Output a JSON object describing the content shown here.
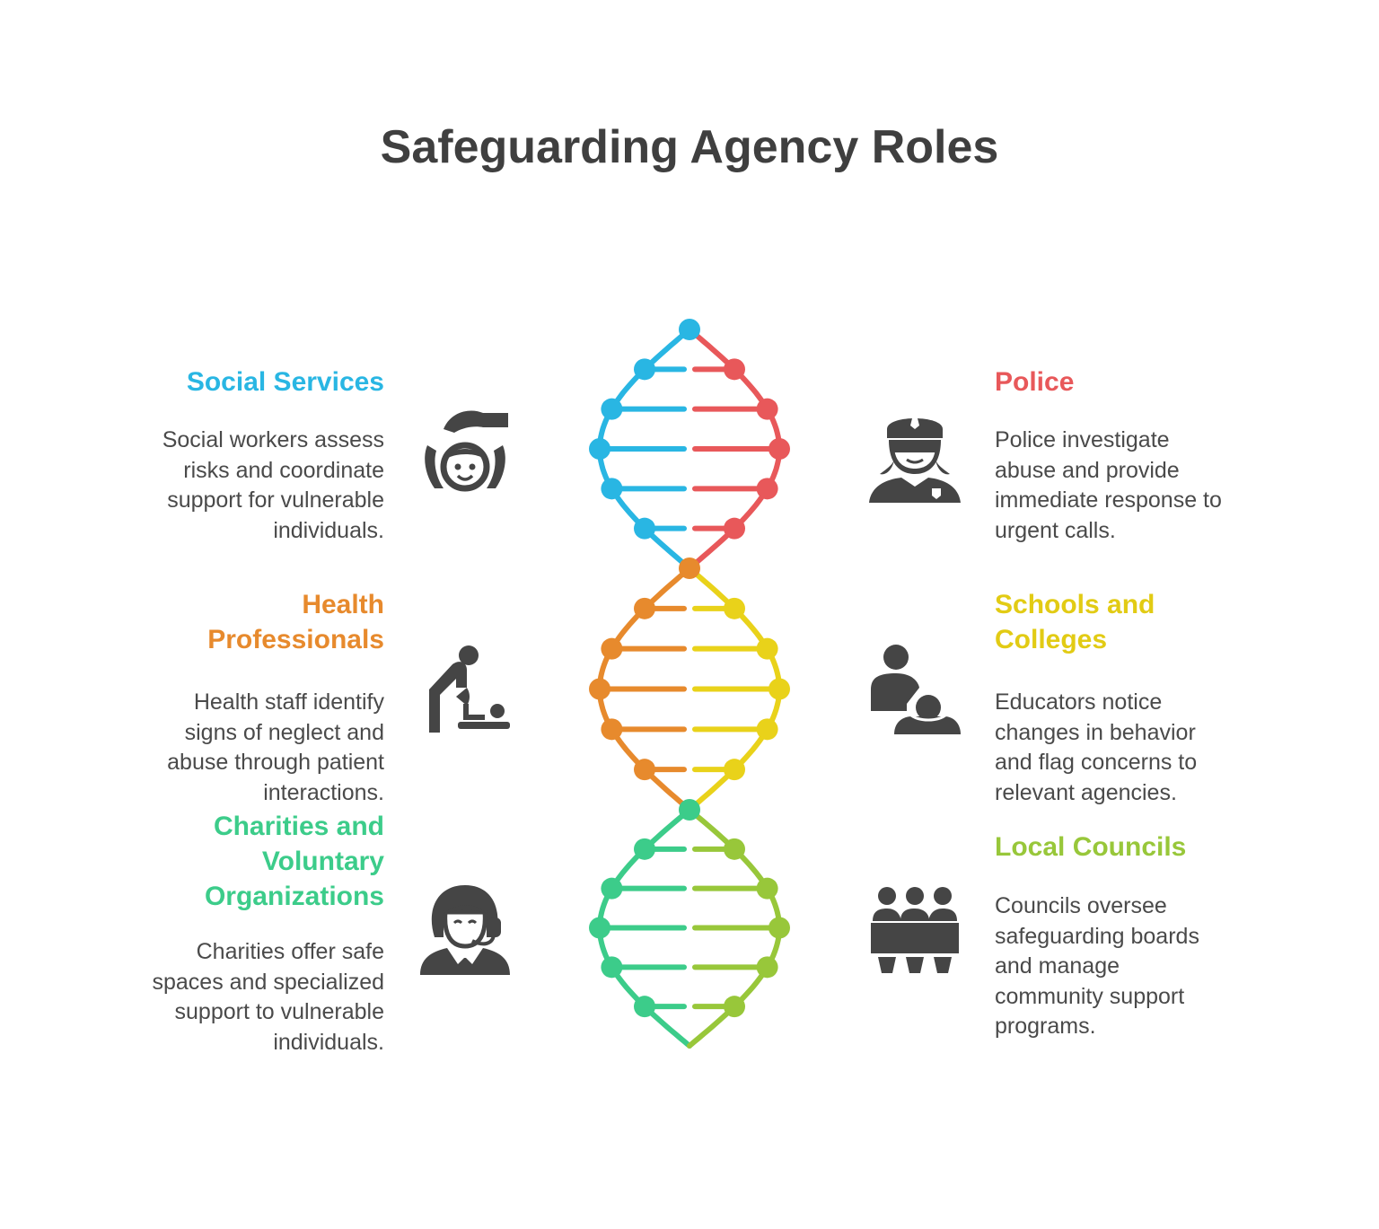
{
  "title": "Safeguarding Agency Roles",
  "colors": {
    "social_services": "#29b6e3",
    "police": "#e8585a",
    "health": "#e78a2d",
    "schools": "#e9d21a",
    "charities": "#3ccc8a",
    "councils": "#98c73a",
    "icon": "#454545",
    "text": "#4a4a4a"
  },
  "agencies": [
    {
      "id": "social-services",
      "heading": "Social Services",
      "desc_lines": [
        "Social workers assess",
        "risks and coordinate",
        "support for vulnerable",
        "individuals."
      ],
      "icon": "hand-over-child-icon"
    },
    {
      "id": "police",
      "heading": "Police",
      "desc_lines": [
        "Police investigate",
        "abuse and provide",
        "immediate response to",
        "urgent calls."
      ],
      "icon": "police-officer-icon"
    },
    {
      "id": "health",
      "heading_lines": [
        "Health",
        "Professionals"
      ],
      "desc_lines": [
        "Health staff identify",
        "signs of neglect and",
        "abuse through patient",
        "interactions."
      ],
      "icon": "caregiver-baby-icon"
    },
    {
      "id": "schools",
      "heading_lines": [
        "Schools and",
        "Colleges"
      ],
      "desc_lines": [
        "Educators notice",
        "changes in behavior",
        "and flag concerns to",
        "relevant agencies."
      ],
      "icon": "educator-child-icon"
    },
    {
      "id": "charities",
      "heading_lines": [
        "Charities and",
        "Voluntary",
        "Organizations"
      ],
      "desc_lines": [
        "Charities offer safe",
        "spaces and specialized",
        "support to vulnerable",
        "individuals."
      ],
      "icon": "support-worker-headset-icon"
    },
    {
      "id": "councils",
      "heading": "Local Councils",
      "desc_lines": [
        "Councils oversee",
        "safeguarding boards",
        "and manage",
        "community support",
        "programs."
      ],
      "icon": "council-board-icon"
    }
  ]
}
